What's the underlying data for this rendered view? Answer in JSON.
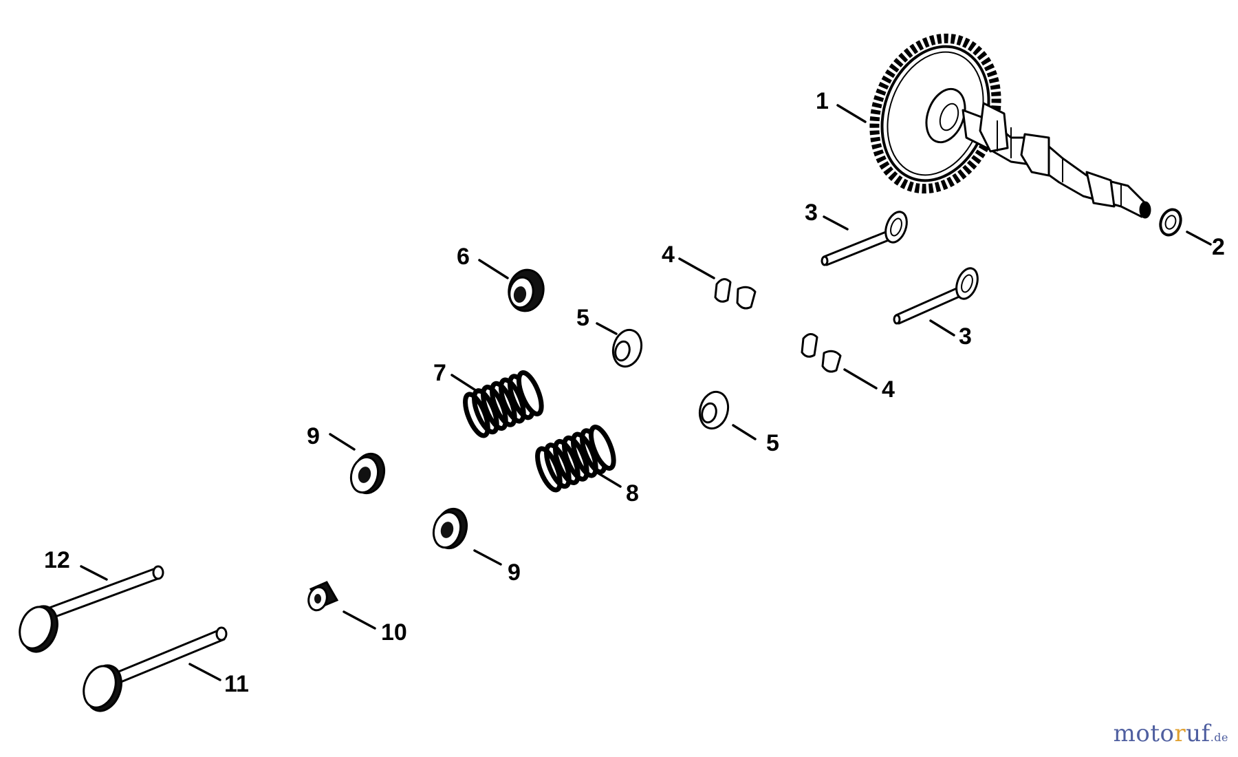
{
  "callouts": [
    {
      "id": "c1",
      "label": "1"
    },
    {
      "id": "c2",
      "label": "2"
    },
    {
      "id": "c3a",
      "label": "3"
    },
    {
      "id": "c3b",
      "label": "3"
    },
    {
      "id": "c4a",
      "label": "4"
    },
    {
      "id": "c4b",
      "label": "4"
    },
    {
      "id": "c5a",
      "label": "5"
    },
    {
      "id": "c5b",
      "label": "5"
    },
    {
      "id": "c6",
      "label": "6"
    },
    {
      "id": "c7",
      "label": "7"
    },
    {
      "id": "c8",
      "label": "8"
    },
    {
      "id": "c9a",
      "label": "9"
    },
    {
      "id": "c9b",
      "label": "9"
    },
    {
      "id": "c10",
      "label": "10"
    },
    {
      "id": "c11",
      "label": "11"
    },
    {
      "id": "c12",
      "label": "12"
    }
  ],
  "watermark": {
    "main": "moto",
    "mid": "r",
    "end": "uf",
    "tld": ".de"
  },
  "colors": {
    "ink": "#000000",
    "background": "#ffffff",
    "watermark_blue": "#4f5fa0",
    "watermark_orange": "#e0a030"
  }
}
